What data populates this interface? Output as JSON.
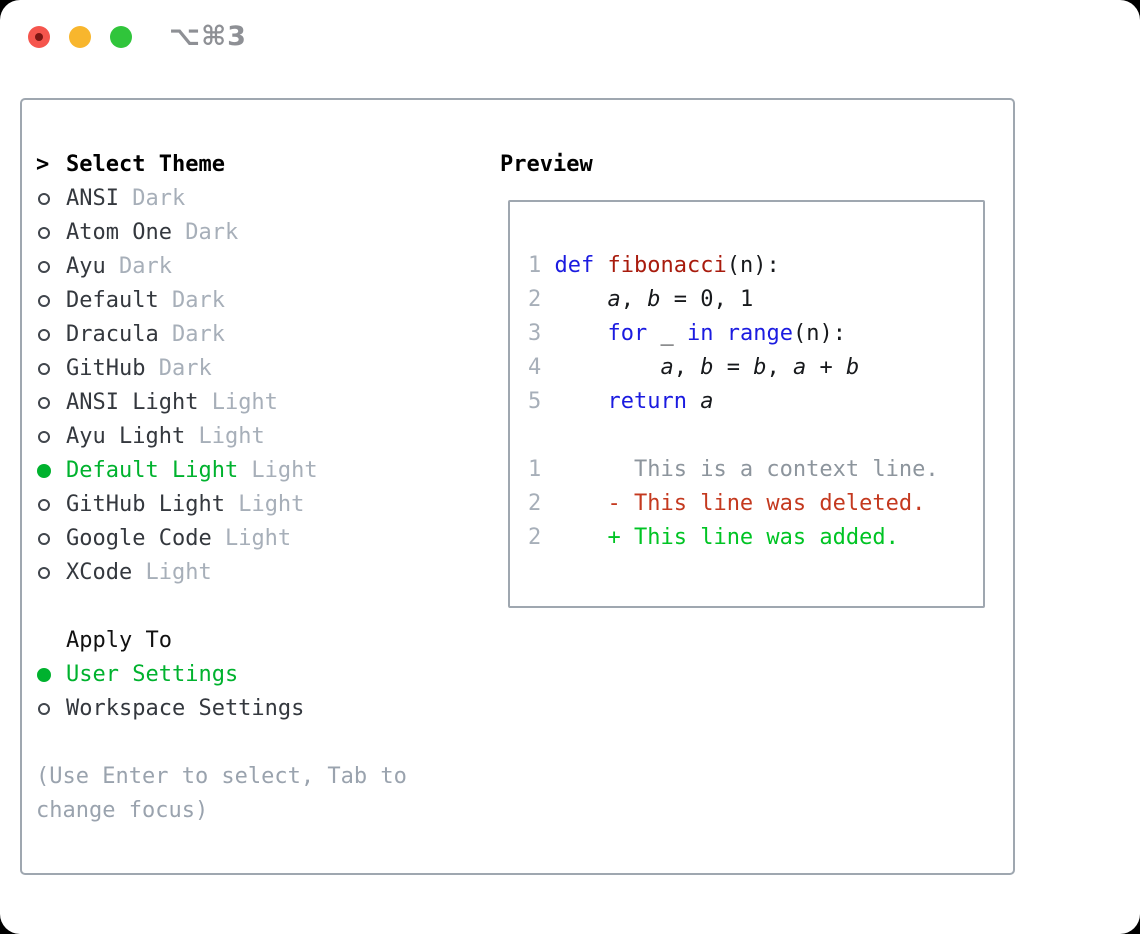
{
  "window": {
    "title": "⌥⌘3"
  },
  "traffic_lights": [
    {
      "name": "close",
      "color": "#f5554d"
    },
    {
      "name": "minimize",
      "color": "#f8b62d"
    },
    {
      "name": "zoom",
      "color": "#30c53b"
    }
  ],
  "sidebar": {
    "prompt": ">",
    "title": "Select Theme",
    "themes": [
      {
        "name": "ANSI",
        "variant": "Dark",
        "selected": false
      },
      {
        "name": "Atom One",
        "variant": "Dark",
        "selected": false
      },
      {
        "name": "Ayu",
        "variant": "Dark",
        "selected": false
      },
      {
        "name": "Default",
        "variant": "Dark",
        "selected": false
      },
      {
        "name": "Dracula",
        "variant": "Dark",
        "selected": false
      },
      {
        "name": "GitHub",
        "variant": "Dark",
        "selected": false
      },
      {
        "name": "ANSI Light",
        "variant": "Light",
        "selected": false
      },
      {
        "name": "Ayu Light",
        "variant": "Light",
        "selected": false
      },
      {
        "name": "Default Light",
        "variant": "Light",
        "selected": true
      },
      {
        "name": "GitHub Light",
        "variant": "Light",
        "selected": false
      },
      {
        "name": "Google Code",
        "variant": "Light",
        "selected": false
      },
      {
        "name": "XCode",
        "variant": "Light",
        "selected": false
      }
    ],
    "apply_to": {
      "title": "Apply To",
      "options": [
        {
          "label": "User Settings",
          "selected": true
        },
        {
          "label": "Workspace Settings",
          "selected": false
        }
      ]
    },
    "hint": "(Use Enter to select, Tab to change focus)"
  },
  "preview": {
    "title": "Preview",
    "code_lines": [
      {
        "num": "1",
        "tokens": [
          {
            "t": "def",
            "c": "kw"
          },
          {
            "t": " ",
            "c": "pl"
          },
          {
            "t": "fibonacci",
            "c": "fn"
          },
          {
            "t": "(n):",
            "c": "pl"
          }
        ]
      },
      {
        "num": "2",
        "tokens": [
          {
            "t": "    ",
            "c": "pl"
          },
          {
            "t": "a",
            "c": "var"
          },
          {
            "t": ", ",
            "c": "pl"
          },
          {
            "t": "b",
            "c": "var"
          },
          {
            "t": " = 0, 1",
            "c": "pl"
          }
        ]
      },
      {
        "num": "3",
        "tokens": [
          {
            "t": "    ",
            "c": "pl"
          },
          {
            "t": "for",
            "c": "kw"
          },
          {
            "t": " _ ",
            "c": "pl"
          },
          {
            "t": "in",
            "c": "kw"
          },
          {
            "t": " ",
            "c": "pl"
          },
          {
            "t": "range",
            "c": "kw"
          },
          {
            "t": "(n):",
            "c": "pl"
          }
        ]
      },
      {
        "num": "4",
        "tokens": [
          {
            "t": "        ",
            "c": "pl"
          },
          {
            "t": "a",
            "c": "var"
          },
          {
            "t": ", ",
            "c": "pl"
          },
          {
            "t": "b",
            "c": "var"
          },
          {
            "t": " = ",
            "c": "pl"
          },
          {
            "t": "b",
            "c": "var"
          },
          {
            "t": ", ",
            "c": "pl"
          },
          {
            "t": "a",
            "c": "var"
          },
          {
            "t": " + ",
            "c": "pl"
          },
          {
            "t": "b",
            "c": "var"
          }
        ]
      },
      {
        "num": "5",
        "tokens": [
          {
            "t": "    ",
            "c": "pl"
          },
          {
            "t": "return",
            "c": "kw"
          },
          {
            "t": " ",
            "c": "pl"
          },
          {
            "t": "a",
            "c": "var"
          }
        ]
      }
    ],
    "diff_lines": [
      {
        "num": "1",
        "marker": " ",
        "text": "This is a context line.",
        "kind": "context"
      },
      {
        "num": "2",
        "marker": "-",
        "text": "This line was deleted.",
        "kind": "deleted"
      },
      {
        "num": "2",
        "marker": "+",
        "text": "This line was added.",
        "kind": "added"
      }
    ]
  },
  "colors": {
    "selection_green": "#00b22e",
    "added_green": "#00c424",
    "deleted_red": "#c4391f",
    "keyword_blue": "#1b1be0",
    "function_red": "#a81b0d",
    "muted_gray": "#a7afb9",
    "context_gray": "#8d959d",
    "panel_border": "#9fa7b0",
    "title_gray": "#8e9095"
  }
}
